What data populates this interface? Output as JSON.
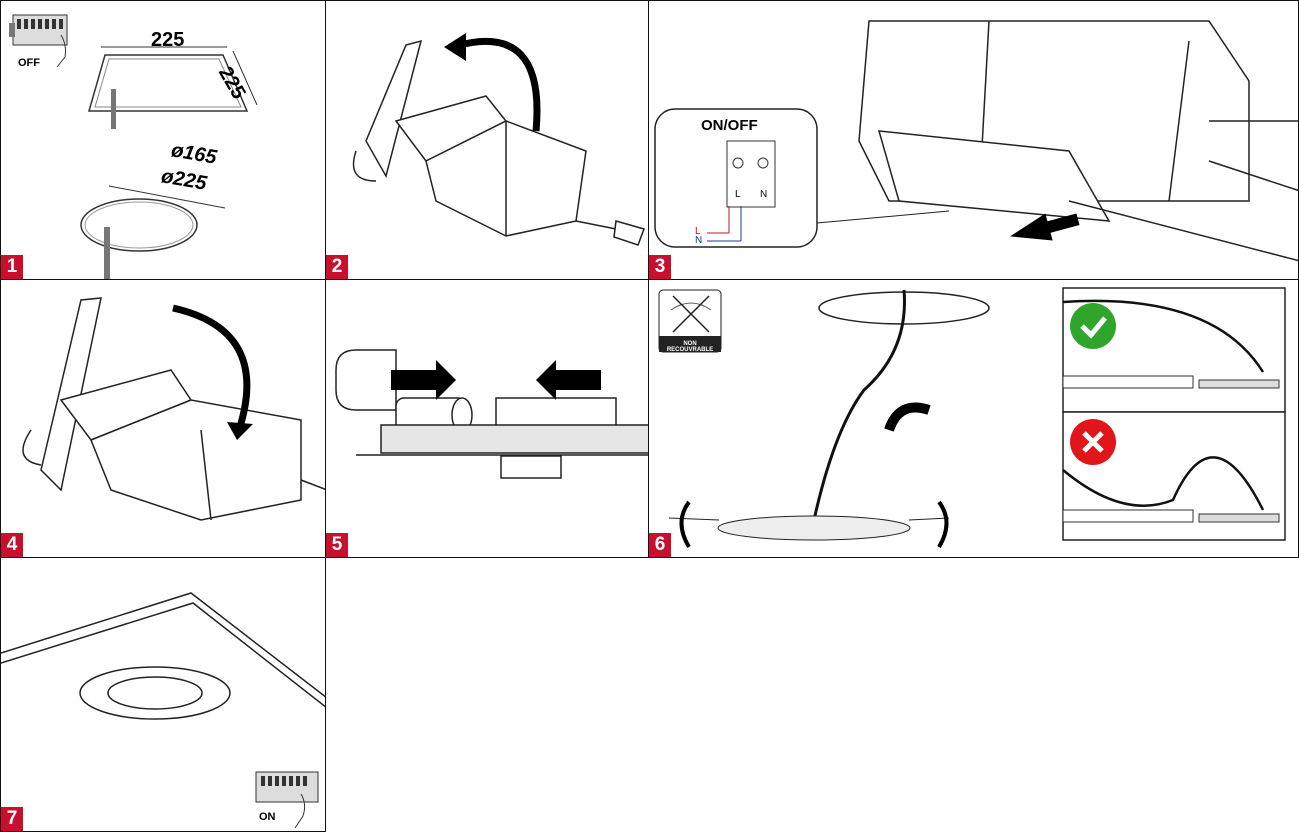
{
  "steps": [
    {
      "number": "1",
      "labels": {
        "switch_state": "OFF",
        "square_width": "225",
        "square_depth": "225",
        "diameter_inner": "ø165",
        "diameter_outer": "ø225"
      }
    },
    {
      "number": "2"
    },
    {
      "number": "3",
      "labels": {
        "inset_title": "ON/OFF",
        "terminal_l": "L",
        "terminal_n": "N",
        "wire_l": "L",
        "wire_n": "N"
      }
    },
    {
      "number": "4"
    },
    {
      "number": "5"
    },
    {
      "number": "6",
      "labels": {
        "badge_text": "NON RECOUVRABLE"
      }
    },
    {
      "number": "7",
      "labels": {
        "switch_state": "ON"
      }
    }
  ],
  "colors": {
    "accent": "#c8102e",
    "ok": "#2fa52b",
    "bad": "#e0161b",
    "wire_l": "#c8102e",
    "wire_n": "#1a3c8c"
  }
}
